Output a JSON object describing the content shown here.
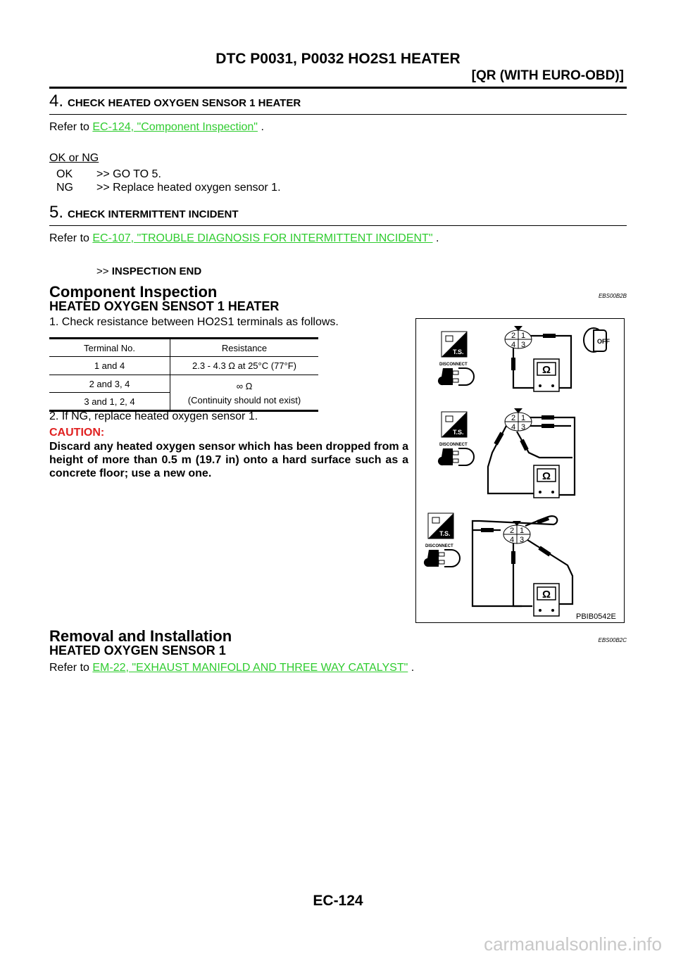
{
  "header": {
    "title": "DTC P0031, P0032 HO2S1 HEATER",
    "subtitle": "[QR (WITH EURO-OBD)]"
  },
  "step4": {
    "number": "4.",
    "title": "CHECK HEATED OXYGEN SENSOR 1 HEATER",
    "refer_prefix": "Refer to",
    "link": "EC-124, \"Component Inspection\"",
    "refer_suffix": ".",
    "ok_or_ng": "OK or NG",
    "ok_label": "OK",
    "ok_action": ">> GO TO 5.",
    "ng_label": "NG",
    "ng_action": ">> Replace heated oxygen sensor 1."
  },
  "step5": {
    "number": "5.",
    "title": "CHECK INTERMITTENT INCIDENT",
    "refer_prefix": "Refer to",
    "link": "EC-107, \"TROUBLE DIAGNOSIS FOR INTERMITTENT INCIDENT\"",
    "refer_suffix": ".",
    "end_arrow": ">>",
    "end_label": "INSPECTION END"
  },
  "component": {
    "heading": "Component Inspection",
    "code": "EBS00B2B",
    "subheading": "HEATED OXYGEN SENSOT 1 HEATER",
    "step1": "1.    Check resistance between HO2S1 terminals as follows.",
    "table": {
      "headers": [
        "Terminal No.",
        "Resistance"
      ],
      "rows": [
        [
          "1 and 4",
          "2.3 - 4.3 Ω at 25°C (77°F)"
        ],
        [
          "2 and 3, 4",
          "∞ Ω"
        ],
        [
          "3 and 1, 2, 4",
          "(Continuity should not exist)"
        ]
      ]
    },
    "step2": "2.    If NG, replace heated oxygen sensor 1.",
    "caution_label": "CAUTION:",
    "caution_text": "Discard any heated oxygen sensor which has been dropped from a height of more than 0.5 m (19.7 in) onto a hard surface such as a concrete floor; use a new one."
  },
  "figure": {
    "code": "PBIB0542E",
    "disconnect": "DISCONNECT",
    "ts": "T.S.",
    "off": "OFF",
    "terminals": [
      "2",
      "1",
      "4",
      "3"
    ]
  },
  "removal": {
    "heading": "Removal and Installation",
    "code": "EBS00B2C",
    "subheading": "HEATED OXYGEN SENSOR 1",
    "refer_prefix": "Refer to",
    "link": "EM-22, \"EXHAUST MANIFOLD AND THREE WAY CATALYST\"",
    "refer_suffix": "."
  },
  "footer": {
    "page": "EC-124",
    "watermark": "carmanualsonline.info"
  },
  "colors": {
    "link": "#2fcc2f",
    "caution": "#e02020"
  }
}
